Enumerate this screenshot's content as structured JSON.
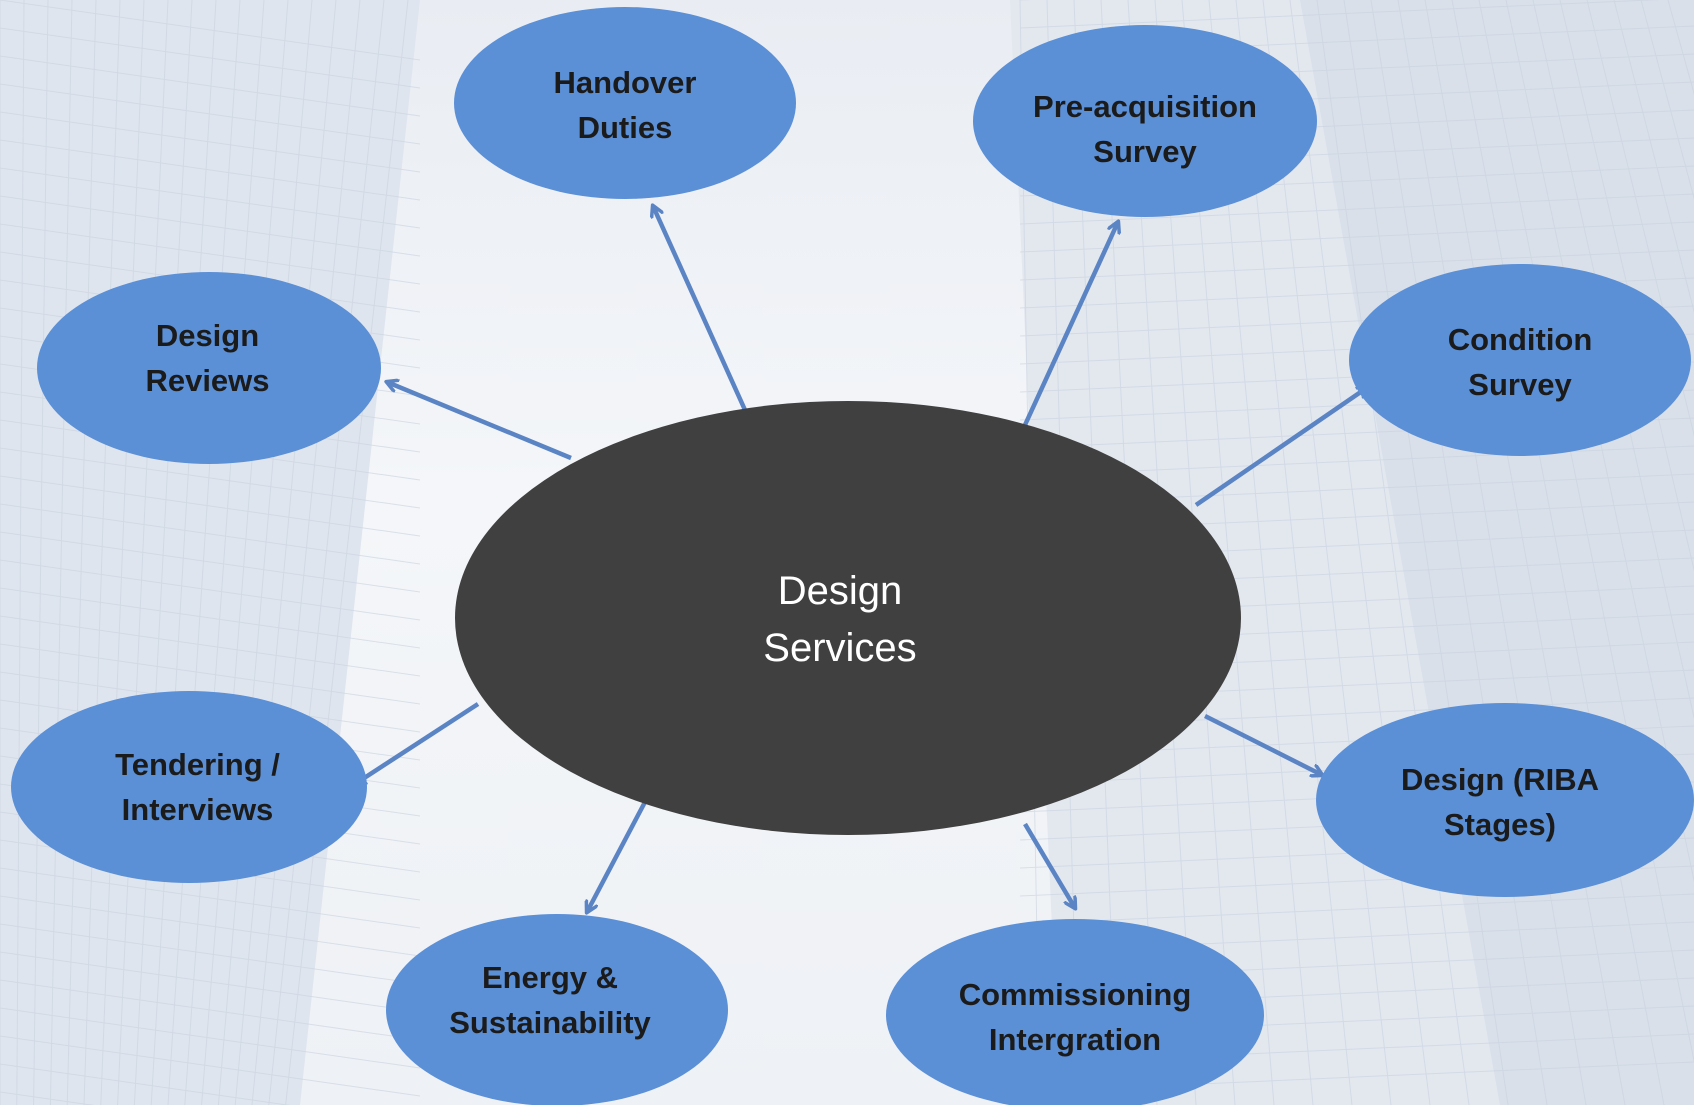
{
  "diagram": {
    "center": {
      "label": "Design\nServices"
    },
    "nodes": [
      {
        "id": "handover-duties",
        "label": "Handover\nDuties"
      },
      {
        "id": "pre-acquisition-survey",
        "label": "Pre-acquisition\nSurvey"
      },
      {
        "id": "condition-survey",
        "label": "Condition\nSurvey"
      },
      {
        "id": "design-riba-stages",
        "label": "Design (RIBA\nStages)"
      },
      {
        "id": "commissioning-intergration",
        "label": "Commissioning\nIntergration"
      },
      {
        "id": "energy-sustainability",
        "label": "Energy &\nSustainability"
      },
      {
        "id": "tendering-interviews",
        "label": "Tendering /\nInterviews"
      },
      {
        "id": "design-reviews",
        "label": "Design\nReviews"
      }
    ],
    "colors": {
      "node_fill": "#5b8fd6",
      "center_fill": "#404040",
      "arrow": "#5b84c4",
      "node_text": "#1b1b1b",
      "center_text": "#ffffff"
    }
  }
}
